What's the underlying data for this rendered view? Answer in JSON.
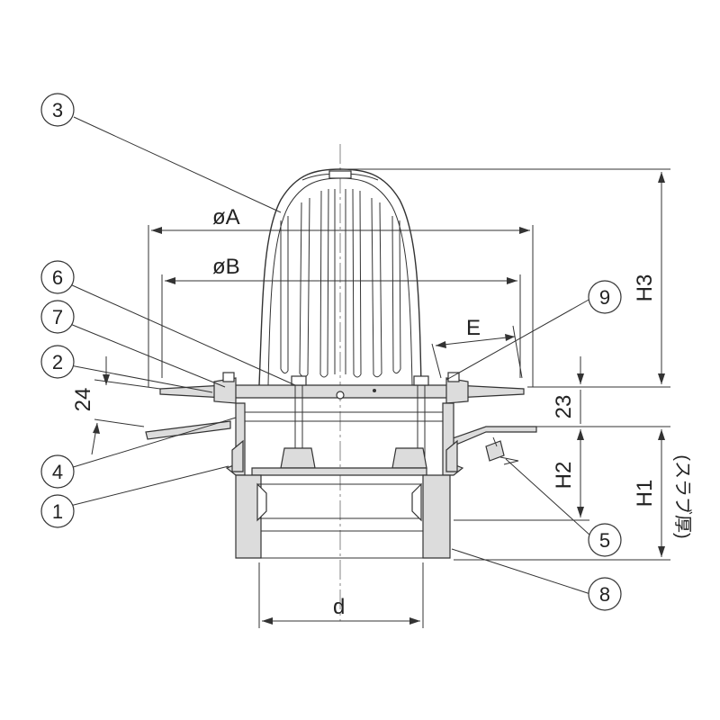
{
  "parts": [
    {
      "id": "part-1",
      "label": "1"
    },
    {
      "id": "part-2",
      "label": "2"
    },
    {
      "id": "part-3",
      "label": "3"
    },
    {
      "id": "part-4",
      "label": "4"
    },
    {
      "id": "part-5",
      "label": "5"
    },
    {
      "id": "part-6",
      "label": "6"
    },
    {
      "id": "part-7",
      "label": "7"
    },
    {
      "id": "part-8",
      "label": "8"
    },
    {
      "id": "part-9",
      "label": "9"
    }
  ],
  "dimensions": {
    "diameter_a": "øA",
    "diameter_b": "øB",
    "e": "E",
    "h1": "H1",
    "h2": "H2",
    "h3": "H3",
    "d": "d",
    "dim_24": "24",
    "dim_23": "23",
    "slab_thickness": "(スラブ厚)"
  },
  "colors": {
    "line": "#333333",
    "body_fill": "#dcdcdc",
    "background": "#ffffff"
  }
}
